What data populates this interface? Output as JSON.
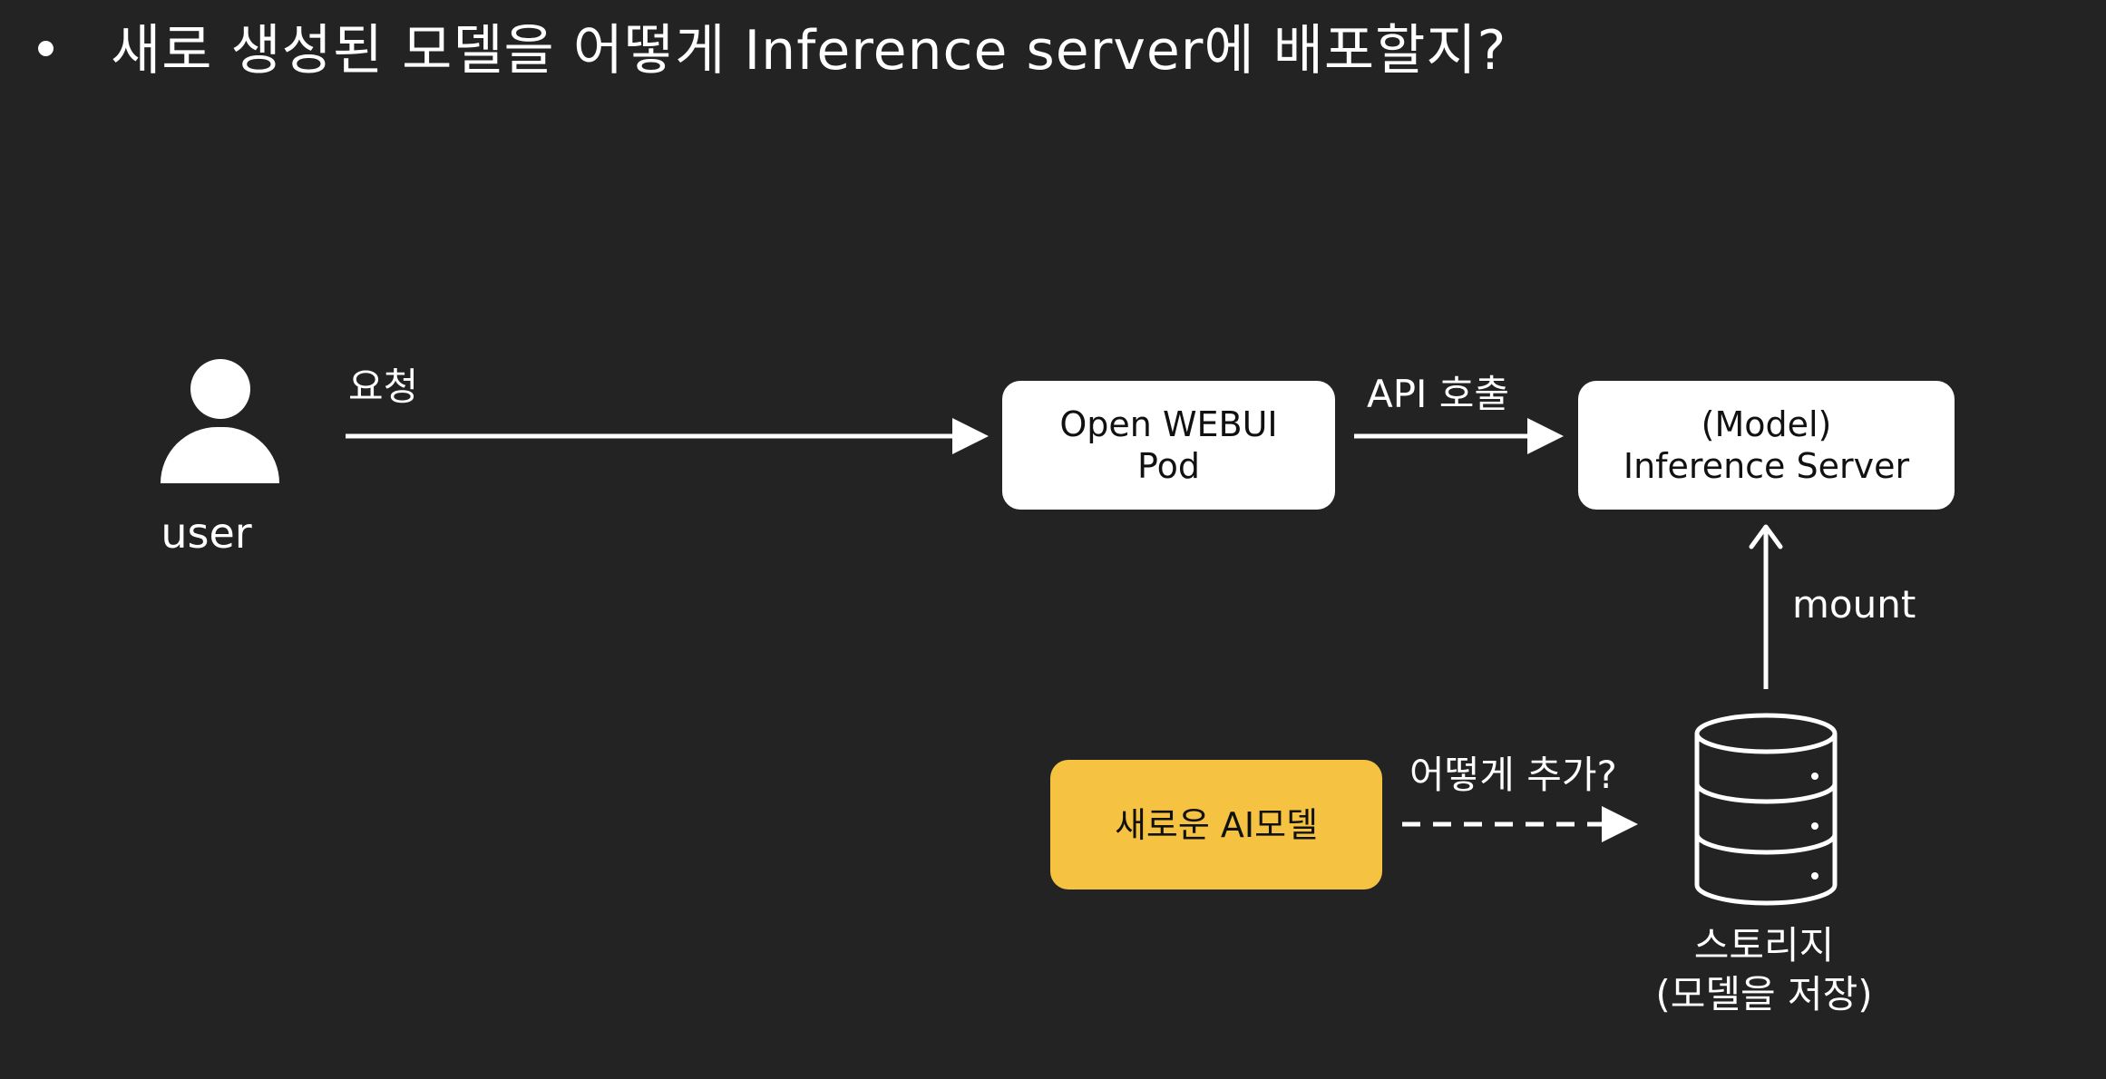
{
  "slide": {
    "title": "새로 생성된 모델을 어떻게 Inference server에 배포할지?"
  },
  "diagram": {
    "user": {
      "label": "user",
      "icon": "user-icon"
    },
    "webui": {
      "line1": "Open WEBUI",
      "line2": "Pod"
    },
    "server": {
      "line1": "(Model)",
      "line2": "Inference Server"
    },
    "new_model": {
      "label": "새로운 AI모델"
    },
    "storage": {
      "line1": "스토리지",
      "line2": "(모델을 저장)",
      "icon": "database-icon"
    },
    "edges": {
      "request": "요청",
      "api_call": "API 호출",
      "mount": "mount",
      "how_add": "어떻게 추가?"
    }
  },
  "colors": {
    "background": "#232323",
    "foreground": "#ffffff",
    "accent": "#f5c242"
  }
}
